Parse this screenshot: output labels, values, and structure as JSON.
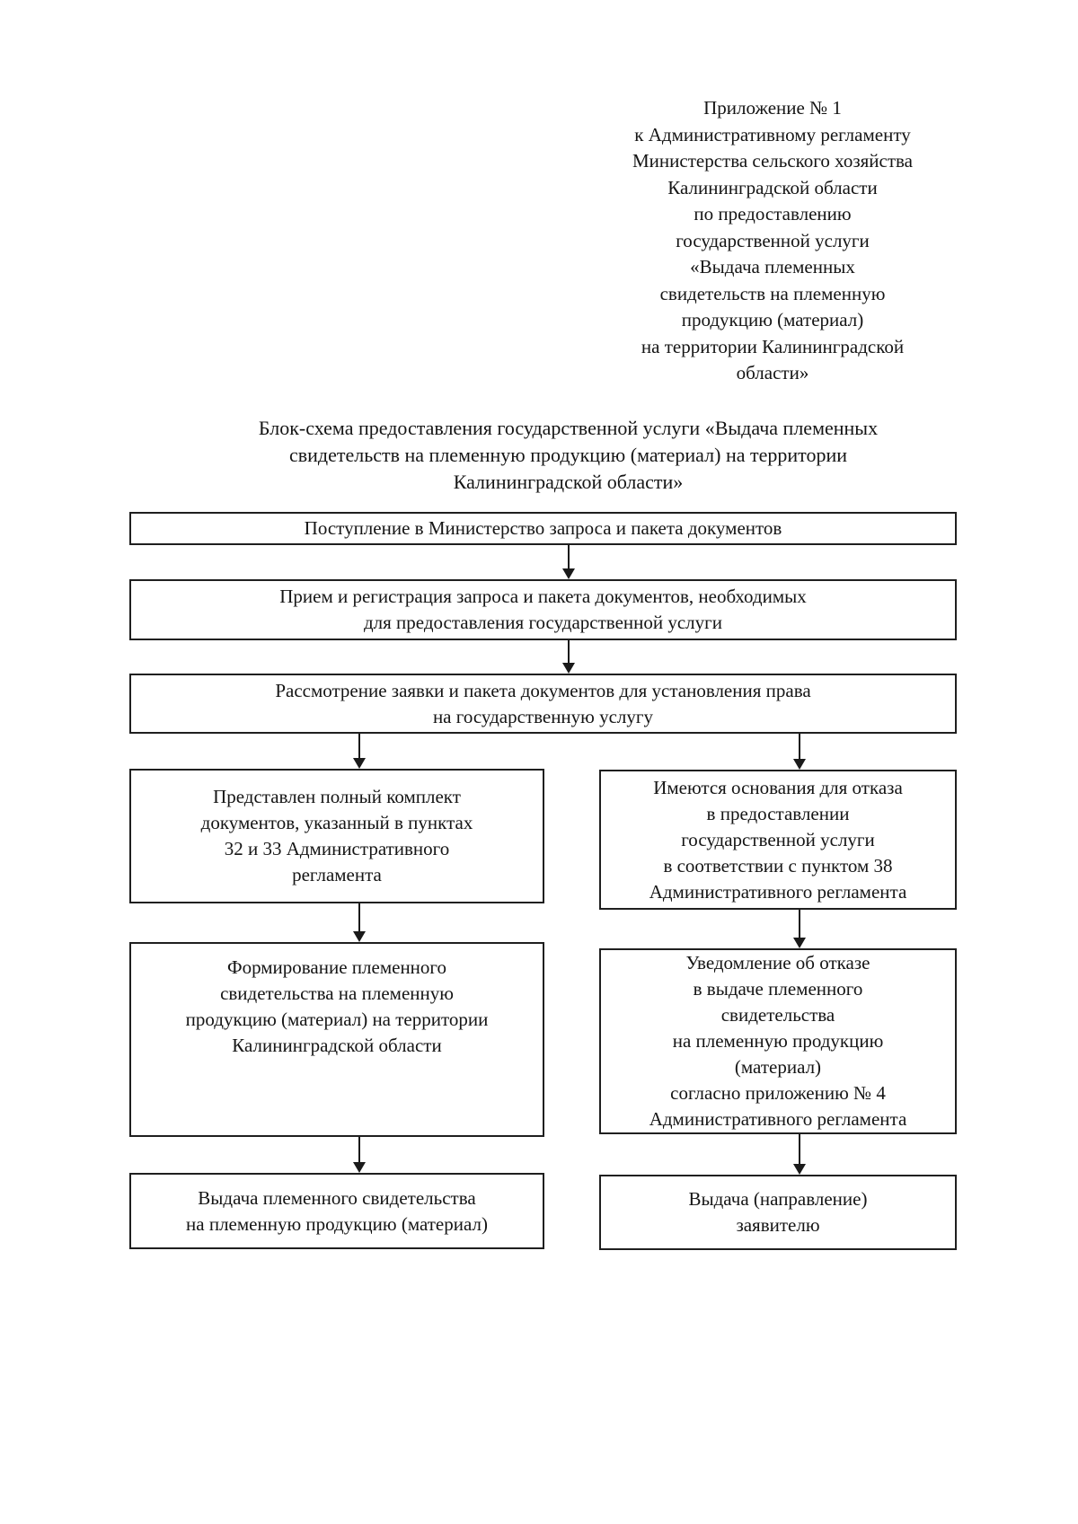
{
  "document": {
    "annex": "Приложение № 1\nк Административному регламенту\nМинистерства сельского хозяйства\nКалининградской области\nпо предоставлению\nгосударственной услуги\n«Выдача племенных\nсвидетельств на племенную\nпродукцию (материал)\nна территории Калининградской\nобласти»",
    "title": "Блок-схема предоставления государственной услуги «Выдача племенных\nсвидетельств на племенную продукцию (материал) на территории\nКалининградской области»"
  },
  "flowchart": {
    "boxes": {
      "receipt": "Поступление в Министерство запроса и пакета документов",
      "registration": "Прием и регистрация запроса и пакета документов, необходимых\nдля предоставления государственной услуги",
      "review": "Рассмотрение заявки и пакета документов для установления права\nна государственную услугу",
      "full_set": "Представлен полный комплект\nдокументов, указанный в пунктах\n32 и 33 Административного\nрегламента",
      "refusal_grounds": "Имеются основания для отказа\nв предоставлении\nгосударственной услуги\nв соответствии с пунктом 38\nАдминистративного регламента",
      "formation": "Формирование племенного\nсвидетельства на племенную\nпродукцию (материал) на территории\nКалининградской области",
      "refusal_notice": "Уведомление об отказе\nв выдаче племенного\nсвидетельства\nна племенную продукцию\n(материал)\nсогласно приложению № 4\nАдминистративного регламента",
      "issuance": "Выдача племенного свидетельства\nна племенную продукцию (материал)",
      "delivery": "Выдача (направление)\nзаявителю"
    },
    "edges": [
      {
        "from": "receipt",
        "to": "registration"
      },
      {
        "from": "registration",
        "to": "review"
      },
      {
        "from": "review",
        "to": "full_set"
      },
      {
        "from": "review",
        "to": "refusal_grounds"
      },
      {
        "from": "full_set",
        "to": "formation"
      },
      {
        "from": "formation",
        "to": "issuance"
      },
      {
        "from": "refusal_grounds",
        "to": "refusal_notice"
      },
      {
        "from": "refusal_notice",
        "to": "delivery"
      }
    ]
  }
}
